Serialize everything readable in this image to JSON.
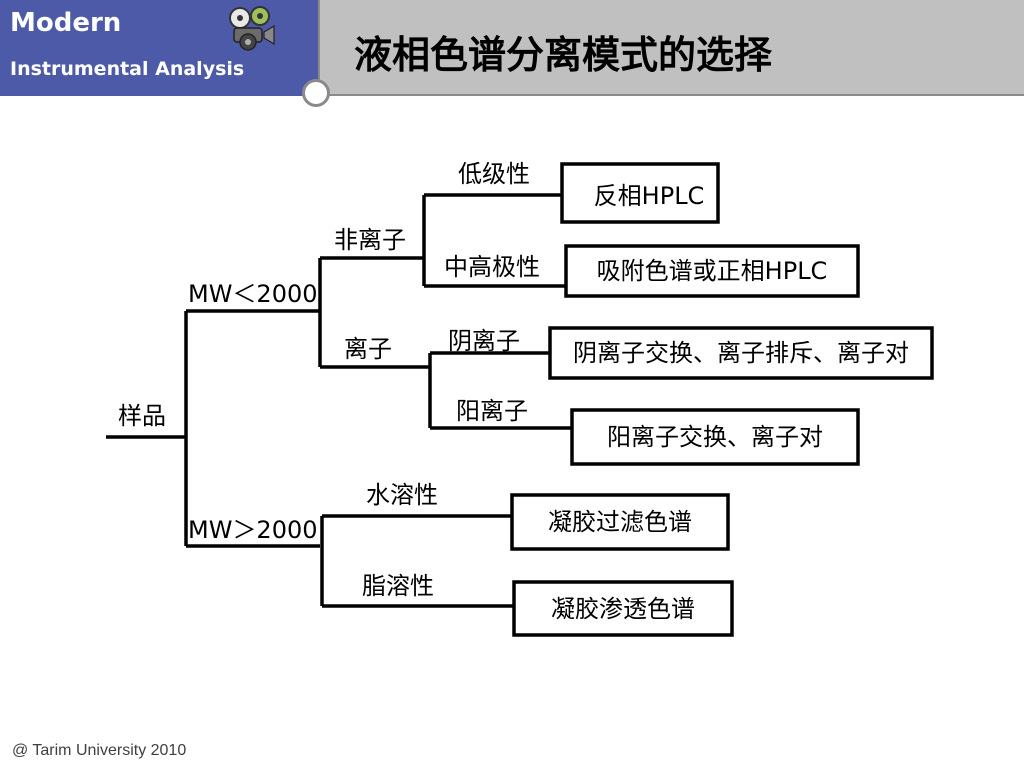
{
  "header": {
    "brand_line1": "Modern",
    "brand_line2": "Instrumental Analysis",
    "title": "液相色谱分离模式的选择",
    "logo_icon": "film-camera-icon",
    "brand_color": "#4d5aa8",
    "title_bar_color": "#c0c0c0"
  },
  "diagram": {
    "root": "样品",
    "mw_low": "MW＜2000",
    "mw_high": "MW＞2000",
    "non_ionic": "非离子",
    "ionic": "离子",
    "low_polarity": "低级性",
    "mid_high_polarity": "中高极性",
    "anion": "阴离子",
    "cation": "阳离子",
    "water_soluble": "水溶性",
    "lipid_soluble": "脂溶性",
    "box_reverse_phase": "反相HPLC",
    "box_adsorption": "吸附色谱或正相HPLC",
    "box_anion_methods": "阴离子交换、离子排斥、离子对",
    "box_cation_methods": "阳离子交换、离子对",
    "box_gel_filtration": "凝胶过滤色谱",
    "box_gel_permeation": "凝胶渗透色谱"
  },
  "footer": {
    "credit": "@ Tarim University 2010"
  }
}
